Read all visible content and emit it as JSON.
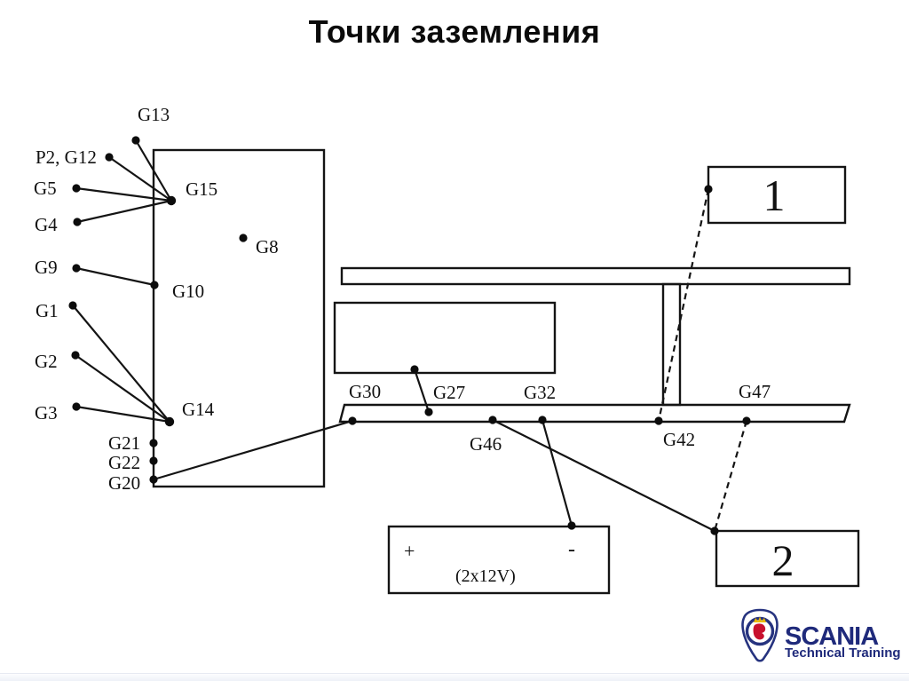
{
  "title": "Точки заземления",
  "diagram": {
    "labels": {
      "g13": "G13",
      "p2_g12": "P2, G12",
      "g5": "G5",
      "g15": "G15",
      "g4": "G4",
      "g8": "G8",
      "g9": "G9",
      "g10": "G10",
      "g1": "G1",
      "g2": "G2",
      "g3": "G3",
      "g14": "G14",
      "g21": "G21",
      "g22": "G22",
      "g20": "G20",
      "g30": "G30",
      "g27": "G27",
      "g32": "G32",
      "g46": "G46",
      "g42": "G42",
      "g47": "G47"
    },
    "callouts": {
      "box1": "1",
      "box2": "2"
    },
    "battery": {
      "plus": "+",
      "minus": "-",
      "caption": "(2x12V)"
    },
    "line_color": "#141414"
  },
  "footer": {
    "brand": "SCANIA",
    "subtitle": "Technical Training",
    "brand_color": "#1f2a7b",
    "griffin_red": "#c8102e",
    "crown_yellow": "#e8b800"
  }
}
